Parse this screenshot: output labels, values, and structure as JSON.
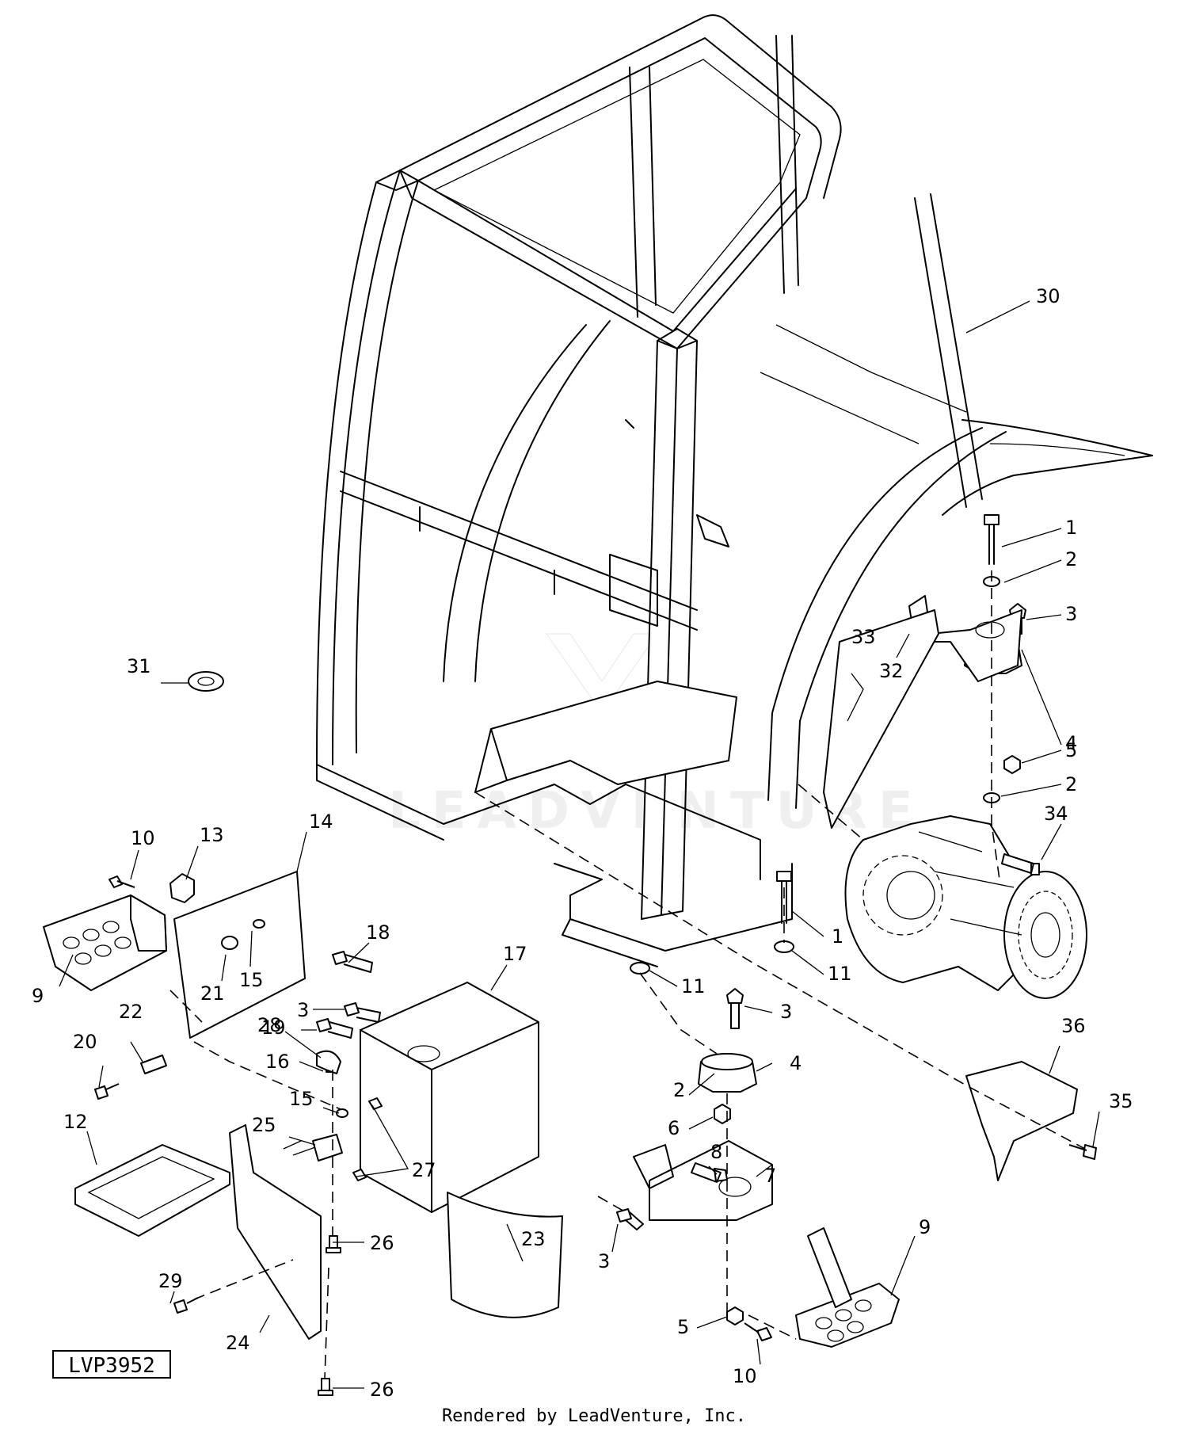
{
  "diagram": {
    "code": "LVP3952",
    "credit": "Rendered by LeadVenture, Inc.",
    "watermark": "LEADVENTURE",
    "callouts": [
      "1",
      "2",
      "3",
      "4",
      "5",
      "6",
      "7",
      "8",
      "9",
      "10",
      "11",
      "12",
      "13",
      "14",
      "15",
      "16",
      "17",
      "18",
      "19",
      "20",
      "21",
      "22",
      "23",
      "24",
      "25",
      "26",
      "27",
      "28",
      "29",
      "30",
      "31",
      "32",
      "33",
      "34",
      "35",
      "36"
    ]
  }
}
